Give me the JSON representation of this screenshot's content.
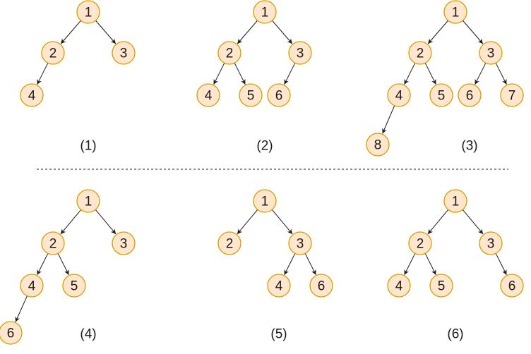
{
  "diagram": {
    "trees": [
      {
        "caption": "(1)",
        "nodes": [
          {
            "id": "a",
            "label": "1"
          },
          {
            "id": "b",
            "label": "2"
          },
          {
            "id": "c",
            "label": "3"
          },
          {
            "id": "d",
            "label": "4"
          }
        ],
        "edges": [
          [
            "a",
            "b"
          ],
          [
            "a",
            "c"
          ],
          [
            "b",
            "d"
          ]
        ]
      },
      {
        "caption": "(2)",
        "nodes": [
          {
            "id": "a",
            "label": "1"
          },
          {
            "id": "b",
            "label": "2"
          },
          {
            "id": "c",
            "label": "3"
          },
          {
            "id": "d",
            "label": "4"
          },
          {
            "id": "e",
            "label": "5"
          },
          {
            "id": "f",
            "label": "6"
          }
        ],
        "edges": [
          [
            "a",
            "b"
          ],
          [
            "a",
            "c"
          ],
          [
            "b",
            "d"
          ],
          [
            "b",
            "e"
          ],
          [
            "c",
            "f"
          ]
        ]
      },
      {
        "caption": "(3)",
        "nodes": [
          {
            "id": "a",
            "label": "1"
          },
          {
            "id": "b",
            "label": "2"
          },
          {
            "id": "c",
            "label": "3"
          },
          {
            "id": "d",
            "label": "4"
          },
          {
            "id": "e",
            "label": "5"
          },
          {
            "id": "f",
            "label": "6"
          },
          {
            "id": "g",
            "label": "7"
          },
          {
            "id": "h",
            "label": "8"
          }
        ],
        "edges": [
          [
            "a",
            "b"
          ],
          [
            "a",
            "c"
          ],
          [
            "b",
            "d"
          ],
          [
            "b",
            "e"
          ],
          [
            "c",
            "f"
          ],
          [
            "c",
            "g"
          ],
          [
            "d",
            "h"
          ]
        ]
      },
      {
        "caption": "(4)",
        "nodes": [
          {
            "id": "a",
            "label": "1"
          },
          {
            "id": "b",
            "label": "2"
          },
          {
            "id": "c",
            "label": "3"
          },
          {
            "id": "d",
            "label": "4"
          },
          {
            "id": "e",
            "label": "5"
          },
          {
            "id": "f",
            "label": "6"
          }
        ],
        "edges": [
          [
            "a",
            "b"
          ],
          [
            "a",
            "c"
          ],
          [
            "b",
            "d"
          ],
          [
            "b",
            "e"
          ],
          [
            "d",
            "f"
          ]
        ]
      },
      {
        "caption": "(5)",
        "nodes": [
          {
            "id": "a",
            "label": "1"
          },
          {
            "id": "b",
            "label": "2"
          },
          {
            "id": "c",
            "label": "3"
          },
          {
            "id": "d",
            "label": "4"
          },
          {
            "id": "e",
            "label": "6"
          }
        ],
        "edges": [
          [
            "a",
            "b"
          ],
          [
            "a",
            "c"
          ],
          [
            "c",
            "d"
          ],
          [
            "c",
            "e"
          ]
        ]
      },
      {
        "caption": "(6)",
        "nodes": [
          {
            "id": "a",
            "label": "1"
          },
          {
            "id": "b",
            "label": "2"
          },
          {
            "id": "c",
            "label": "3"
          },
          {
            "id": "d",
            "label": "4"
          },
          {
            "id": "e",
            "label": "5"
          },
          {
            "id": "f",
            "label": "6"
          }
        ],
        "edges": [
          [
            "a",
            "b"
          ],
          [
            "a",
            "c"
          ],
          [
            "b",
            "d"
          ],
          [
            "b",
            "e"
          ],
          [
            "c",
            "f"
          ]
        ]
      }
    ]
  }
}
